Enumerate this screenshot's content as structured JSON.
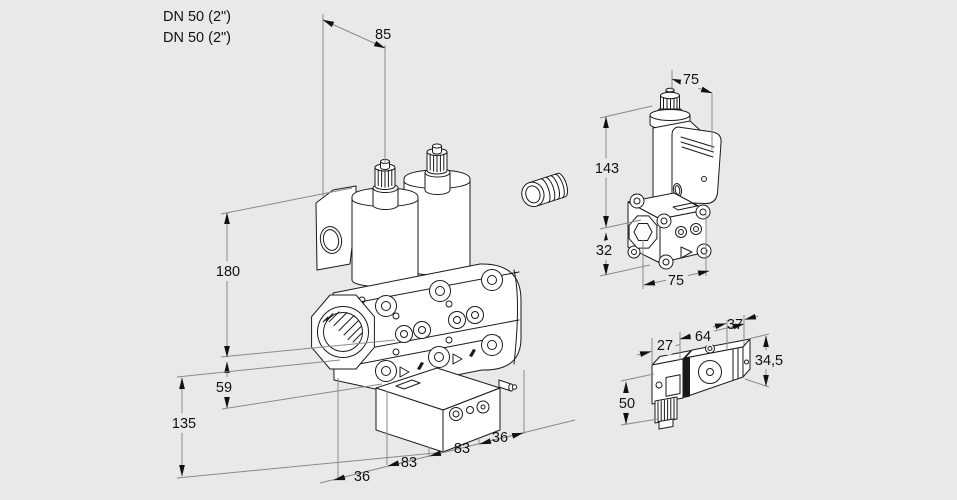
{
  "background": "#e9e9e9",
  "drawing_colors": {
    "object_line": "#1a1a1a",
    "dimension_line": "#8a8a8a",
    "text": "#121212"
  },
  "main_view": {
    "description": "double-solenoid-valve-isometric",
    "labels": {
      "port_top": "DN 50 (2\")",
      "port_bottom": "DN 50 (2\")"
    },
    "dims": {
      "coil_spacing": "85",
      "height_above_axis": "180",
      "body_below_axis": "59",
      "total_below_axis": "135",
      "chain": [
        "36",
        "83",
        "83",
        "36"
      ]
    }
  },
  "side_view": {
    "description": "single-valve-side-view",
    "dims": {
      "top_width": "75",
      "upper_height": "143",
      "lower_height": "32",
      "bottom_width": "75"
    }
  },
  "accessory_view": {
    "description": "pressure-switch",
    "dims": {
      "connector_width": "27",
      "body_length": "64",
      "body_depth": "37",
      "body_height": "34,5",
      "total_height": "50"
    }
  }
}
